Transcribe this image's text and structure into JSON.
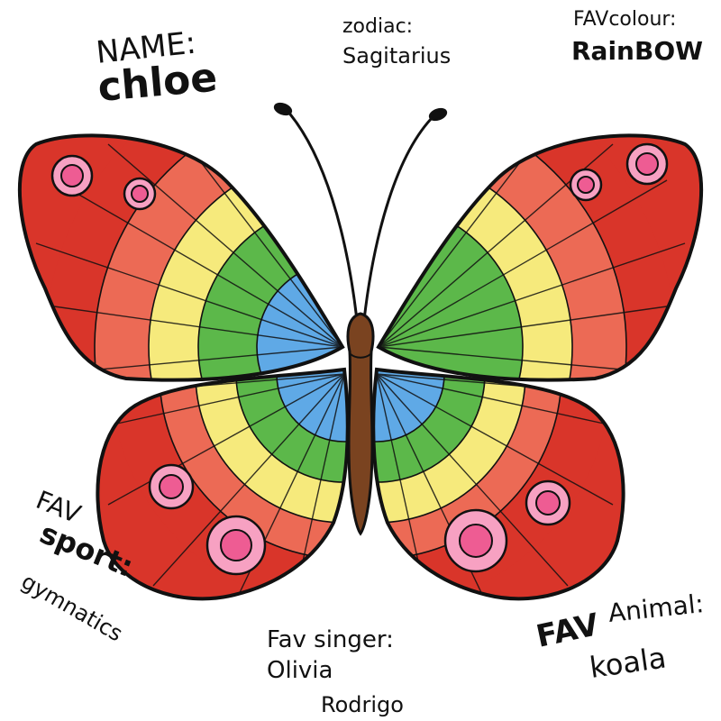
{
  "colors": {
    "outline": "#111111",
    "red": "#d9352a",
    "red_light": "#ec6a55",
    "orange": "#f08a5d",
    "yellow": "#f6ea7c",
    "green": "#5cb84a",
    "blue": "#5fa9e6",
    "pink": "#ee5c93",
    "pink_light": "#f7a1c2",
    "body": "#7a4320"
  },
  "labels": {
    "name_title": "NAME:",
    "name_value": "chloe",
    "zodiac_title": "zodiac:",
    "zodiac_value": "Sagitarius",
    "colour_title": "FAVcolour:",
    "colour_value": "RainBOW",
    "sport_fav": "FAV",
    "sport_title": "sport:",
    "sport_value": "gymnatics",
    "singer_title": "Fav singer:",
    "singer_value_1": "Olivia",
    "singer_value_2": "Rodrigo",
    "animal_fav": "FAV",
    "animal_title": "Animal:",
    "animal_value": "koala"
  }
}
